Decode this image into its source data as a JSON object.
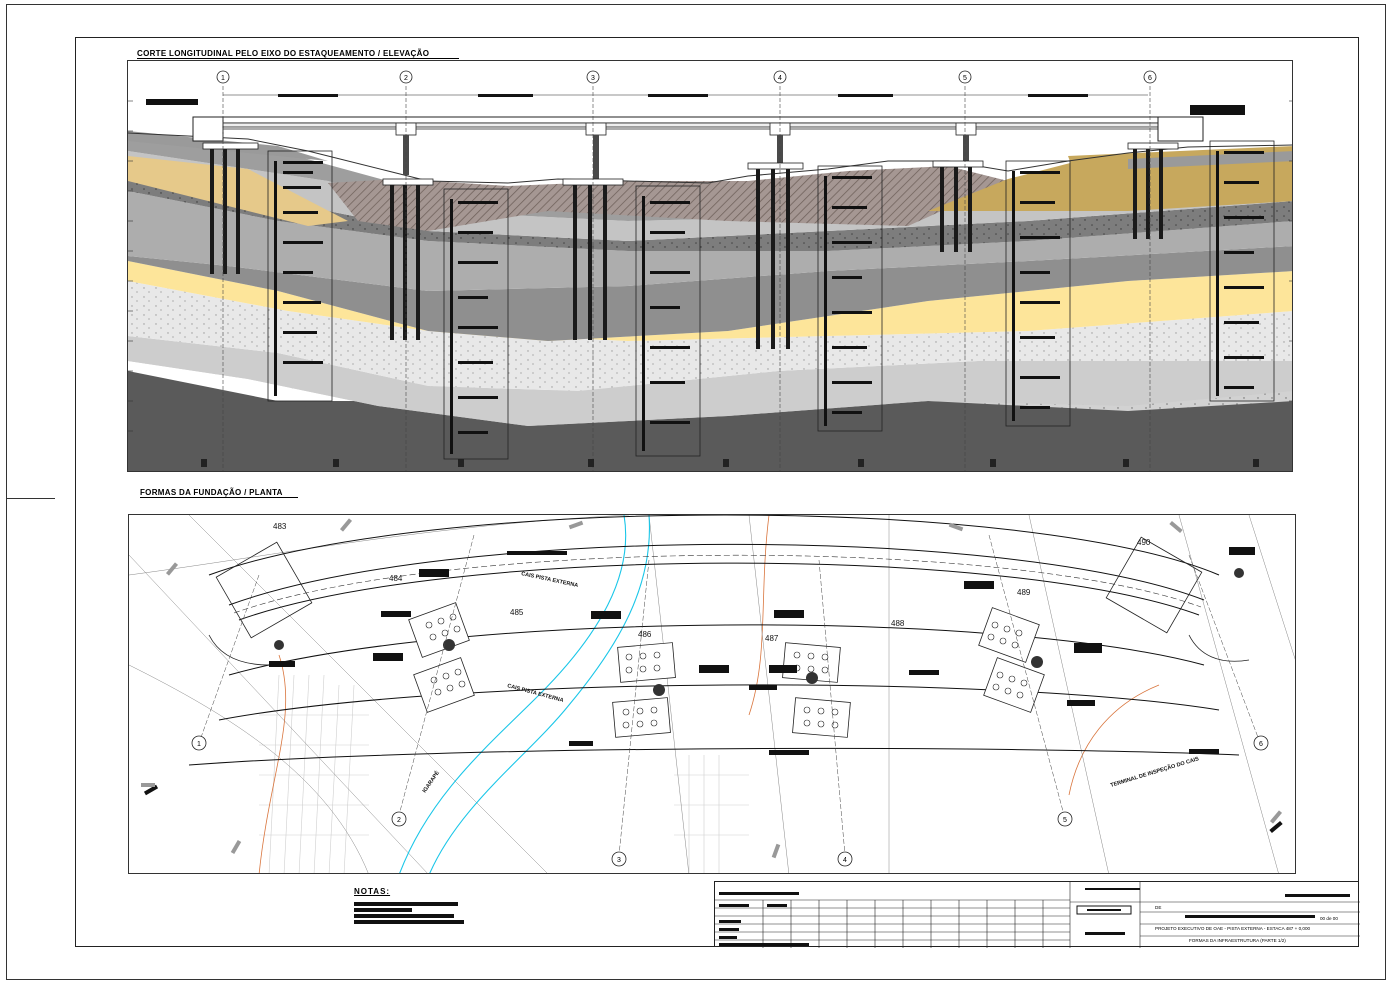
{
  "sections": {
    "elevation": {
      "title": "CORTE LONGITUDINAL PELO EIXO DO ESTAQUEAMENTO / ELEVAÇÃO",
      "axes": [
        "1",
        "2",
        "3",
        "4",
        "5",
        "6"
      ]
    },
    "plan": {
      "title": "FORMAS DA FUNDAÇÃO / PLANTA",
      "axes": [
        "1",
        "2",
        "3",
        "4",
        "5",
        "6"
      ],
      "stations": [
        "483",
        "484",
        "485",
        "486",
        "487",
        "488",
        "489",
        "490"
      ],
      "road_labels": [
        "CAIS PISTA EXTERNA",
        "CAIS PISTA EXTERNA"
      ],
      "river_label": "IGARAPÉ",
      "terminal_label": "TERMINAL DE INSPEÇÃO DO CAIS"
    }
  },
  "notes": {
    "title": "NOTAS:"
  },
  "title_block": {
    "project_line": "PROJETO EXECUTIVO DE OAE - PISTA EXTERNA - ESTACA 487 + 0,000",
    "drawing_line": "FORMAS DA INFRAESTRUTURA (PARTE 1/2)",
    "sheet_number": "00 de 00",
    "label_de": "DE"
  },
  "colors": {
    "soil_dark": "#5a5a5a",
    "soil_mid": "#8d8d8d",
    "soil_light": "#c9c9c9",
    "soil_sand": "#fde59a",
    "soil_brown": "#c7a85d",
    "fill_hatch": "#a08d86",
    "river": "#19c6e8",
    "contour": "#d9753d"
  }
}
